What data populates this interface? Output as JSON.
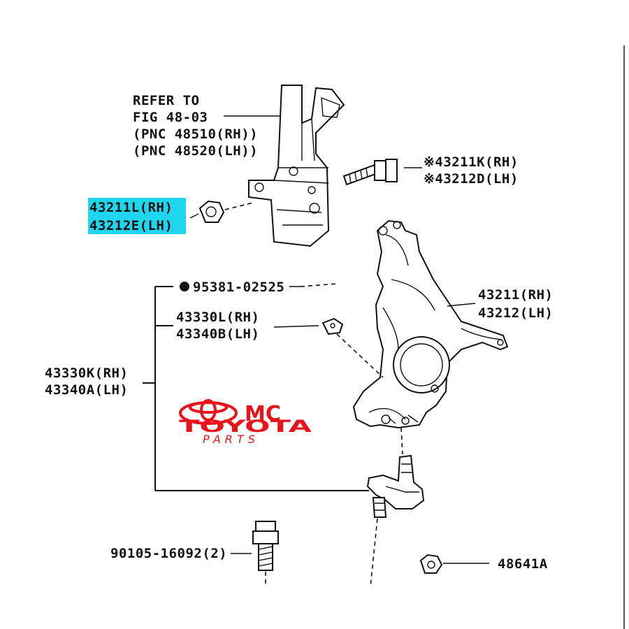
{
  "refer_note": {
    "line1": "REFER TO",
    "line2": "FIG 48-03",
    "line3": "(PNC 48510(RH))",
    "line4": "(PNC 48520(LH))"
  },
  "parts": {
    "bolt_rh": "※43211K(RH)",
    "bolt_lh": "※43212D(LH)",
    "nut_rh": "43211L(RH)",
    "nut_lh": "43212E(LH)",
    "seal_pn": "95381-02525",
    "knuckle_rh": "43211(RH)",
    "knuckle_lh": "43212(LH)",
    "cover_rh": "43330L(RH)",
    "cover_lh": "43340B(LH)",
    "balljoint_rh": "43330K(RH)",
    "balljoint_lh": "43340A(LH)",
    "lower_bolt": "90105-16092(2)",
    "lower_nut": "48641A"
  },
  "watermark": {
    "line1": "MC",
    "line2": "TOYOTA",
    "line3": "PARTS",
    "color": "#e8141b"
  },
  "highlight_color": "#20d6ee"
}
